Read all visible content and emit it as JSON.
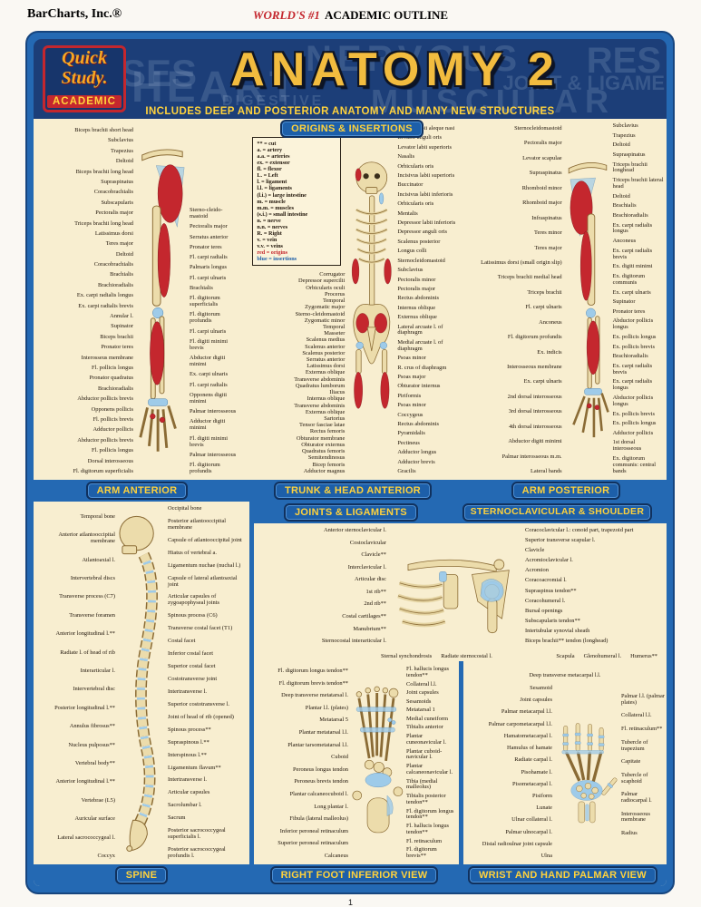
{
  "page": {
    "publisher": "BarCharts, Inc.®",
    "tagline_left": "WORLD'S #1",
    "tagline_right": "ACADEMIC OUTLINE",
    "page_number": "1"
  },
  "logo": {
    "line1": "Quick",
    "line2": "Study.",
    "badge": "ACADEMIC"
  },
  "header": {
    "title": "ANATOMY 2",
    "subtitle": "INCLUDES DEEP AND POSTERIOR ANATOMY AND MANY NEW STRUCTURES",
    "ghost_words": [
      "SES",
      "HEART",
      "NERVOUS",
      "RES",
      "DIGESTIVE",
      "MUSCULAR",
      "JOINT & LIGAME"
    ]
  },
  "colors": {
    "frame_blue": "#2469b3",
    "banner_blue": "#1d5fa9",
    "navy": "#1c3e78",
    "yellow": "#ffd23c",
    "cream": "#f8eed0",
    "origins_red": "#c4272e",
    "insertions_blue": "#9ecbe9"
  },
  "legend": {
    "items": [
      "** = cut",
      "a. = artery",
      "a.a. = arteries",
      "ex. = extensor",
      "fl. = flexor",
      "L. = Left",
      "l. = ligament",
      "l.l. = ligaments",
      "(l.i.) = large intestine",
      "m. = muscle",
      "m.m. = muscles",
      "(s.i.) = small intestine",
      "n. = nerve",
      "n.n. = nerves",
      "R. = Right",
      "v. = vein",
      "v.v. = veins",
      "red = origins",
      "blue = insertions"
    ]
  },
  "sections": {
    "origins": {
      "banner": "ORIGINS & INSERTIONS"
    },
    "arm_anterior": {
      "banner": "ARM ANTERIOR",
      "left_labels": [
        "Biceps brachii short head",
        "Subclavius",
        "Trapezius",
        "Deltoid",
        "Biceps brachii long head",
        "Supraspinatus",
        "Coracobrachialis",
        "Subscapularis",
        "Pectoralis major",
        "Triceps brachii long head",
        "Latissimus dorsi",
        "Teres major",
        "Deltoid",
        "Coracobrachialis",
        "Brachialis",
        "Brachioradialis",
        "Ex. carpi radialis longus",
        "Ex. carpi radialis brevis",
        "Annular l.",
        "Supinator",
        "Biceps brachii",
        "Pronator teres",
        "Interosseus membrane",
        "Fl. pollicis longus",
        "Pronator quadratus",
        "Brachioradialis",
        "Abductor pollicis brevis",
        "Opponens pollicis",
        "Fl. pollicis brevis",
        "Adductor pollicis",
        "Abductor pollicis brevis",
        "Fl. pollicis longus",
        "Dorsal interosseous",
        "Fl. digitorum superficialis"
      ],
      "right_labels": [
        "Sterno-cleido-mastoid",
        "Pectoralis major",
        "Serratus anterior",
        "Pronator teres",
        "Fl. carpi radialis",
        "Palmaris longus",
        "Fl. carpi ulnaris",
        "Brachialis",
        "Fl. digitorum superficialis",
        "Fl. digitorum profundis",
        "Fl. carpi ulnaris",
        "Fl. digiti minimi brevis",
        "Abductor digiti minimi",
        "Ex. carpi ulnaris",
        "Fl. carpi radialis",
        "Opponens digiti minimi",
        "Palmar interosseous",
        "Adductor digiti minimi",
        "Fl. digiti minimi brevis",
        "Palmar interosseous",
        "Fl. digitorum profundis"
      ]
    },
    "trunk_head": {
      "banner": "TRUNK & HEAD ANTERIOR",
      "left_labels": [
        "Corrugator",
        "Depressor supercilii",
        "Orbicularis oculi",
        "Procerus",
        "Temporal",
        "Zygomatic major",
        "Sterno-cleidomastoid",
        "Zygomatic minor",
        "Temporal",
        "Masseter",
        "Scalenus medius",
        "Scalenus anterior",
        "Scalenus posterior",
        "Serratus anterior",
        "Latissimus dorsi",
        "Externus oblique",
        "Transverse abdominis",
        "Quadratus lumborum",
        "Iliacus",
        "Internus oblique",
        "Transverse abdominis",
        "Externus oblique",
        "Sartorius",
        "Tensor fasciae latae",
        "Rectus femoris",
        "Obturator membrane",
        "Obturator externus",
        "Quadratus femoris",
        "Semitendinosus",
        "Bicep femoris",
        "Adductor magnus"
      ],
      "right_labels": [
        "Levator labii aleque nasi",
        "Levator anguli oris",
        "Levator labii superioris",
        "Nasalis",
        "Orbicularis oris",
        "Incisivus labii superioris",
        "Buccinator",
        "Incisivus labii inferioris",
        "Orbicularis oris",
        "Mentalis",
        "Depressor labii inferioris",
        "Depressor anguli oris",
        "Scalenus posterior",
        "Longus colli",
        "Sternocleidomastoid",
        "Subclavius",
        "Pectoralis minor",
        "Pectoralis major",
        "Rectus abdominis",
        "Internus oblique",
        "Externus oblique",
        "Lateral arcuate l. of diaphragm",
        "Medial arcuate l. of diaphragm",
        "Psoas minor",
        "R. crus of diaphragm",
        "Psoas major",
        "Obturator internus",
        "Piriformis",
        "Psoas minor",
        "Coccygeus",
        "Rectus abdominis",
        "Pyramidalis",
        "Pectineus",
        "Adductor longus",
        "Adductor brevis",
        "Gracilis"
      ]
    },
    "arm_posterior": {
      "banner": "ARM POSTERIOR",
      "left_labels": [
        "Sternocleidomastoid",
        "Pectoralis major",
        "Levator scapulae",
        "Supraspinatus",
        "Rhomboid minor",
        "Rhomboid major",
        "Infraspinatus",
        "Teres minor",
        "Teres major",
        "Latissimus dorsi (small origin slip)",
        "Triceps brachii medial head",
        "Triceps brachii",
        "Fl. carpi ulnaris",
        "Anconeus",
        "Fl. digitorum profundis",
        "Ex. indicis",
        "Interosseous membrane",
        "Ex. carpi ulnaris",
        "2nd dorsal interosseous",
        "3rd dorsal interosseous",
        "4th dorsal interosseous",
        "Abductor digiti minimi",
        "Palmar interosseous m.m.",
        "Lateral bands"
      ],
      "right_labels": [
        "Subclavius",
        "Trapezius",
        "Deltoid",
        "Supraspinatus",
        "Triceps brachii longhead",
        "Triceps brachii lateral head",
        "Deltoid",
        "Brachialis",
        "Brachioradialis",
        "Ex. carpi radialis longus",
        "Anconeus",
        "Ex. carpi radialis brevis",
        "Ex. digiti minimi",
        "Ex. digitorum communis",
        "Ex. carpi ulnaris",
        "Supinator",
        "Pronator teres",
        "Abductor pollicis longus",
        "Ex. pollicis longus",
        "Ex. pollicis brevis",
        "Brachioradialis",
        "Ex. carpi radialis brevis",
        "Ex. carpi radialis longus",
        "Abductor pollicis longus",
        "Ex. pollicis brevis",
        "Ex. pollicis longus",
        "Adductor pollicis",
        "1st dorsal interosseous",
        "Ex. digitorum communis: central bands"
      ]
    },
    "spine": {
      "banner": "SPINE",
      "left_labels": [
        "Temporal bone",
        "Anterior atlantooccipital membrane",
        "Atlantoaxial l.",
        "Intervertebral discs",
        "Transverse process (C7)",
        "Transverse foramen",
        "Anterior longitudinal l.**",
        "Radiate l. of head of rib",
        "Interarticular l.",
        "Intervertebral disc",
        "Posterior longitudinal l.**",
        "Annulus fibrosus**",
        "Nucleus pulposus**",
        "Vertebral body**",
        "Anterior longitudinal l.**",
        "Vertebrae (L5)",
        "Auricular surface",
        "Lateral sacrococcygeal l.",
        "Coccyx"
      ],
      "right_labels": [
        "Occipital bone",
        "Posterior atlantooccipital membrane",
        "Capsule of atlantooccipital joint",
        "Hiatus of vertebral a.",
        "Ligamentum nuchae (nuchal l.)",
        "Capsule of lateral atlantoaxial joint",
        "Articular capsules of zygoapophyseal joints",
        "Spinous process (C6)",
        "Transverse costal facet (T1)",
        "Costal facet",
        "Inferior costal facet",
        "Superior costal facet",
        "Costotransverse joint",
        "Intertransverse l.",
        "Superior costotransverse l.",
        "Joint of head of rib (opened)",
        "Spinous process**",
        "Supraspinous l.**",
        "Interspinous l.**",
        "Ligamentum flavum**",
        "Intertransverse l.",
        "Articular capsules",
        "Sacrolumbar l.",
        "Sacrum",
        "Posterior sacrococcygeal superficialis l.",
        "Posterior sacrococcygeal profundis l."
      ]
    },
    "joints_ligaments": {
      "banner": "JOINTS & LIGAMENTS",
      "left_labels": [
        "Anterior sternoclavicular l.",
        "Costoclavicular",
        "Clavicle**",
        "Interclavicular l.",
        "Articular disc",
        "1st rib**",
        "2nd rib**",
        "Costal cartilages**",
        "Manubrium**",
        "Sternocostal interarticular l."
      ],
      "bottom_labels": [
        "Sternal synchondrosis",
        "Radiate sternocostal l."
      ]
    },
    "sternoclavicular": {
      "banner": "STERNOCLAVICULAR & SHOULDER",
      "right_labels": [
        "Coracoclavicular l.: conoid part, trapezoid part",
        "Superior transverse scapular l.",
        "Clavicle",
        "Acromioclavicular l.",
        "Acromion",
        "Coracoacromial l.",
        "Supraspinus tendon**",
        "Coracohumeral l.",
        "Bursal openings",
        "Subscapularis tendon**",
        "Intertubular synovial sheath",
        "Biceps brachii** tendon (longhead)"
      ],
      "bottom_labels": [
        "Scapula",
        "Glenohumeral l.",
        "Humerus**"
      ]
    },
    "foot": {
      "banner": "RIGHT FOOT INFERIOR VIEW",
      "left_labels": [
        "Fl. digitorum longus tendon**",
        "Fl. digitorum brevis tendon**",
        "Deep transverse metatarsal l.",
        "Plantar l.l. (plates)",
        "Metatarsal 5",
        "Plantar metatarsal l.l.",
        "Plantar tarsometatarsal l.l.",
        "Cuboid",
        "Peroneus longus tendon",
        "Peroneus brevis tendon",
        "Plantar calcaneocuboid l.",
        "Long plantar l.",
        "Fibula (lateral malleolus)",
        "Inferior peroneal retinaculum",
        "Superior peroneal retinaculum",
        "Calcaneus"
      ],
      "right_labels": [
        "Fl. hallucis longus tendon**",
        "Collateral l.l.",
        "Joint capsules",
        "Sesamoids",
        "Metatarsal 1",
        "Medial cuneiform",
        "Tibialis anterior",
        "Plantar cuneonavicular l.",
        "Plantar cuboid-navicular l.",
        "Plantar calcaneonavicular l.",
        "Tibia (medial malleolus)",
        "Tibialis posterior tendon**",
        "Fl. digitorum longus tendon**",
        "Fl. hallucis longus tendon**",
        "Fl. retinaculum",
        "Fl. digitorum brevis**"
      ]
    },
    "hand": {
      "banner": "WRIST AND HAND PALMAR VIEW",
      "top_label": "Deep transverse metacarpal l.l.",
      "left_labels": [
        "Sesamoid",
        "Joint capsules",
        "Palmar metacarpal l.l.",
        "Palmar carpometacarpal l.l.",
        "Hamatometacarpal l.",
        "Hamulus of hamate",
        "Radiate carpal l.",
        "Pisohamate l.",
        "Pisometacarpal l.",
        "Pisiform",
        "Lunate",
        "Ulnar collateral l.",
        "Palmar ulnocarpal l.",
        "Distal radioulnar joint capsule",
        "Ulna"
      ],
      "right_labels": [
        "Palmar l.l. (palmar plates)",
        "Collateral l.l.",
        "Fl. retinaculum**",
        "Tubercle of trapezium",
        "Capitate",
        "Tubercle of scaphoid",
        "Palmar radiocarpal l.",
        "Interosseous membrane",
        "Radius"
      ]
    }
  }
}
